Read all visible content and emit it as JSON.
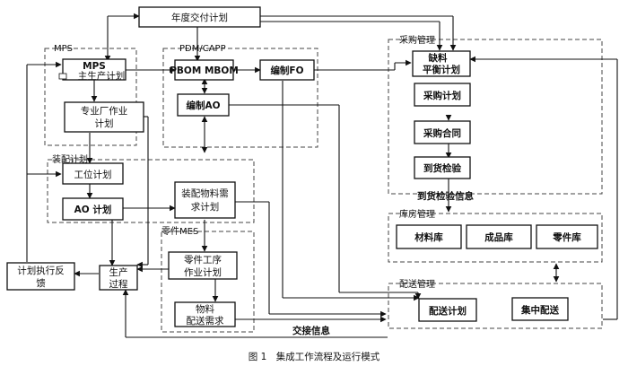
{
  "groups": {
    "mps": "MPS",
    "pdm": "PDM/CAPP",
    "procure": "采购管理",
    "assembly": "装配计划",
    "warehouse": "库房管理",
    "parts_mes": "零件MES",
    "delivery_mgmt": "配送管理"
  },
  "nodes": {
    "annual": "年度交付计划",
    "mps_title": "MPS",
    "mps_sub": "主生产计划",
    "spec_plan_1": "专业厂作业",
    "spec_plan_2": "计划",
    "pbom": "PBOM MBOM",
    "fo": "编制FO",
    "ao_make": "编制AO",
    "shortage_1": "缺料",
    "shortage_2": "平衡计划",
    "purchase_plan": "采购计划",
    "purchase_contract": "采购合同",
    "arrival_check": "到货检验",
    "station_plan": "工位计划",
    "ao_plan": "AO 计划",
    "asm_material_1": "装配物料需",
    "asm_material_2": "求计划",
    "raw_store": "材料库",
    "finished_store": "成品库",
    "parts_store": "零件库",
    "parts_op_1": "零件工序",
    "parts_op_2": "作业计划",
    "material_1": "物料",
    "material_2": "配送需求",
    "feedback_1": "计划执行反",
    "feedback_2": "馈",
    "production_1": "生产",
    "production_2": "过程",
    "dist_plan": "配送计划",
    "central_dist": "集中配送"
  },
  "labels": {
    "arrival_info": "到货检验信息",
    "handover_info": "交接信息"
  },
  "caption": "图 1　集成工作流程及运行模式"
}
